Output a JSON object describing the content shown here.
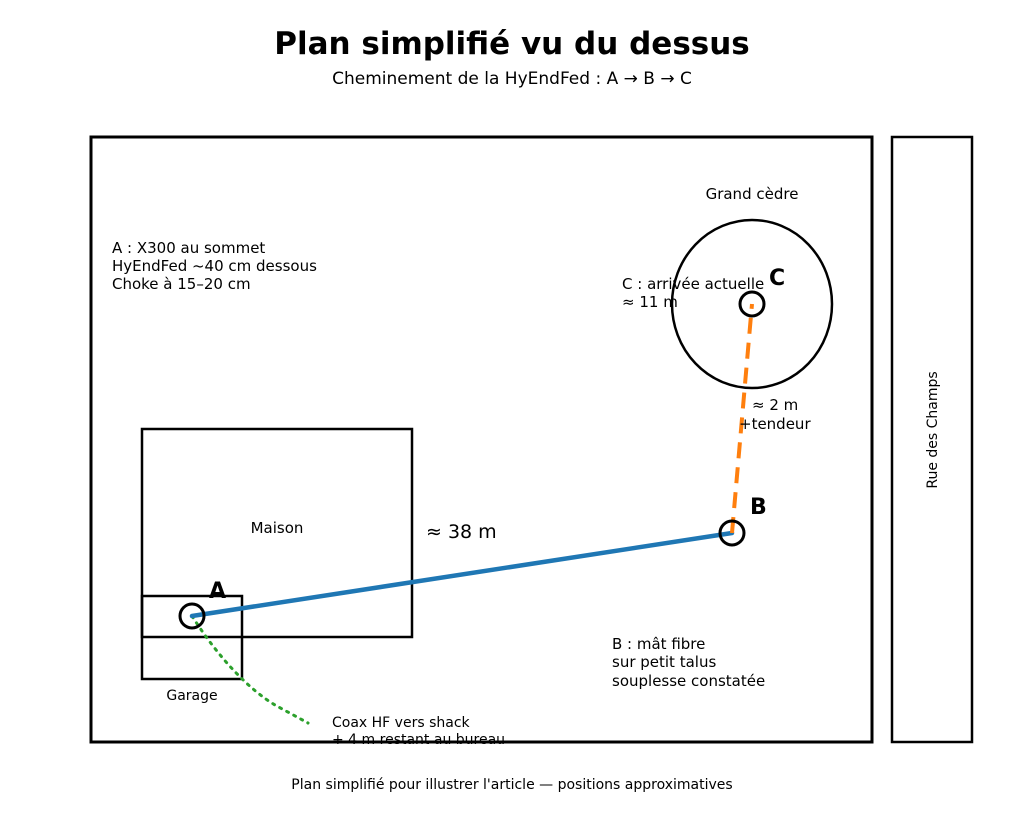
{
  "header": {
    "title": "Plan simplifié vu du dessus",
    "subtitle": "Cheminement de la HyEndFed : A → B → C"
  },
  "plan": {
    "house_label": "Maison",
    "garage_label": "Garage",
    "tree_label": "Grand cèdre",
    "street_label": "Rue des Champs",
    "point_a_letter": "A",
    "point_b_letter": "B",
    "point_c_letter": "C",
    "note_a": [
      "A : X300 au sommet",
      "HyEndFed ~40 cm dessous",
      "Choke à 15–20 cm"
    ],
    "note_b": [
      "B : mât fibre",
      "sur petit talus",
      "souplesse constatée"
    ],
    "note_c": [
      "C : arrivée actuelle",
      "≈ 11 m"
    ],
    "dist_ab": "≈ 38 m",
    "dist_bc": [
      "≈ 2 m",
      "+tendeur"
    ],
    "coax_note": [
      "Coax HF vers shack",
      "+ 4 m restant au bureau"
    ]
  },
  "colors": {
    "segment_ab": "#1f77b4",
    "segment_bc": "#ff7f0e",
    "coax": "#2ca02c"
  },
  "footer": "Plan simplifié pour illustrer l'article — positions approximatives"
}
